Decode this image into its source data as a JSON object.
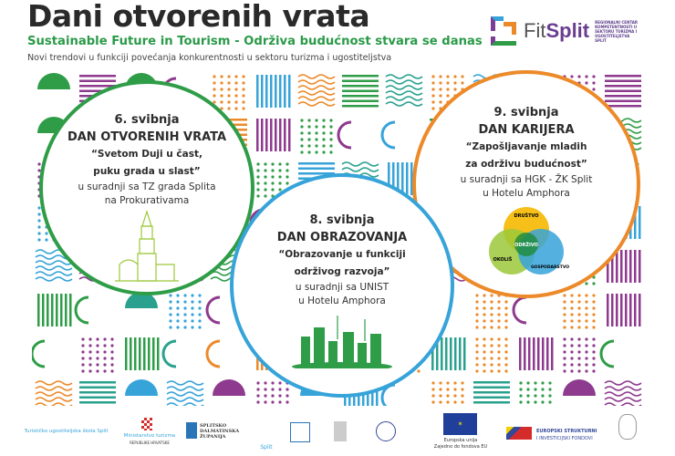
{
  "header": {
    "title": "Dani otvorenih vrata",
    "subtitle": "Sustainable Future in Tourism - Održiva budućnost stvara se danas",
    "tagline": "Novi trendovi u funkciji povećanja konkurentnosti u sektoru turizma i ugostiteljstva"
  },
  "logo": {
    "name_a": "Fit",
    "name_b": "Split",
    "caption": "REGIONALNI CENTAR KOMPETENTNOSTI U SEKTORU TURIZMA I UGOSTITELJSTVA SPLIT"
  },
  "events": [
    {
      "date": "6. svibnja",
      "name": "DAN OTVORENIH VRATA",
      "quote1": "“Svetom Duji u čast,",
      "quote2": "puku grada u slast”",
      "coll1": "u suradnji sa TZ grada Splita",
      "coll2": "na Prokurativama",
      "color": "#2f9d48"
    },
    {
      "date": "8. svibnja",
      "name": "DAN OBRAZOVANJA",
      "quote1": "“Obrazovanje u funkciji",
      "quote2": "održivog razvoja”",
      "coll1": "u suradnji sa UNIST",
      "coll2": "u Hotelu Amphora",
      "color": "#36a3d9"
    },
    {
      "date": "9. svibnja",
      "name": "DAN KARIJERA",
      "quote1": "“Zapošljavanje mladih",
      "quote2": "za održivu budućnost”",
      "coll1": "u suradnji sa HGK - ŽK Split",
      "coll2": "u Hotelu Amphora",
      "color": "#ec8a2a"
    }
  ],
  "venn": {
    "top": "DRUŠTVO",
    "left": "OKOLIŠ",
    "right": "GOSPODARSTVO",
    "center": "ODRŽIVO"
  },
  "footer": {
    "school": "Turističko ugostiteljska škola Split",
    "ministry": "Ministarstvo turizma",
    "ministry_sub": "REPUBLIKE HRVATSKE",
    "county": "SPLITSKO DALMATINSKA ŽUPANIJA",
    "city": "Split",
    "eu": "Europska unija",
    "eu_sub": "Zajedno do fondova EU",
    "esif1": "EUROPSKI STRUKTURNI",
    "esif2": "I INVESTICIJSKI FONDOVI"
  },
  "colors": {
    "purple": "#8e3a8e",
    "cyan": "#36a3d9",
    "green": "#2f9d48",
    "orange": "#ec8a2a",
    "teal": "#2aa18e"
  }
}
